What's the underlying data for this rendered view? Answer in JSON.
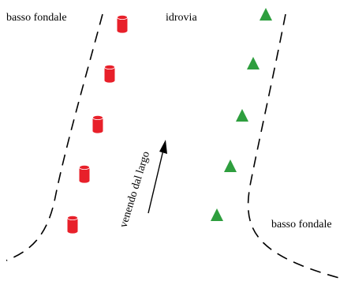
{
  "labels": {
    "shallow_left": "basso fondale",
    "channel": "idrovia",
    "shallow_right": "basso fondale",
    "approach": "venendo dal largo"
  },
  "colors": {
    "background": "#ffffff",
    "port_buoy": "#e8202a",
    "starboard_buoy": "#2e9e3e",
    "line": "#000000"
  },
  "markers": {
    "port_side": {
      "shape": "can-cylinder",
      "color": "red",
      "count": 5
    },
    "starboard_side": {
      "shape": "cone-triangle",
      "color": "green",
      "count": 5
    }
  },
  "icons": {
    "approach_direction": "arrow-up-icon"
  }
}
